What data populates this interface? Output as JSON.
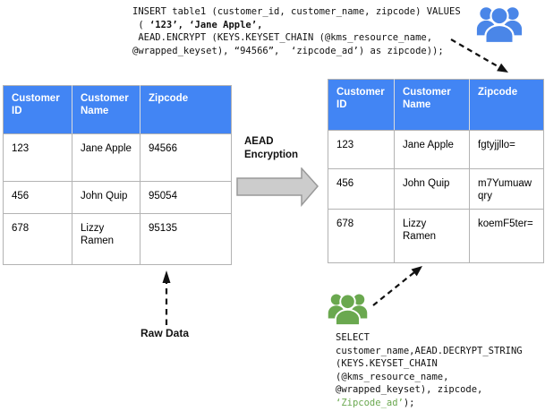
{
  "insert_code": {
    "line1": "INSERT table1 (customer_id, customer_name, zipcode) VALUES",
    "line2_pre": " ( ",
    "line2_bold": "‘123’, ‘Jane Apple’,",
    "line3": " AEAD.ENCRYPT (KEYS.KEYSET_CHAIN (@kms_resource_name,",
    "line4": "@wrapped_keyset), “94566”,  ‘zipcode_ad’) as zipcode));"
  },
  "select_code": {
    "line1": "SELECT",
    "line2": "customer_name,AEAD.DECRYPT_STRING",
    "line3": "(KEYS.KEYSET_CHAIN",
    "line4": "(@kms_resource_name,",
    "line5": "@wrapped_keyset), zipcode,",
    "line6_green": "‘Zipcode_ad’",
    "line6_end": ");"
  },
  "raw_table": {
    "headers": [
      "Customer ID",
      "Customer Name",
      "Zipcode"
    ],
    "rows": [
      [
        "123",
        "Jane Apple",
        "94566"
      ],
      [
        "456",
        "John Quip",
        "95054"
      ],
      [
        "678",
        "Lizzy Ramen",
        "95135"
      ]
    ]
  },
  "encrypted_table": {
    "headers": [
      "Customer ID",
      "Customer Name",
      "Zipcode"
    ],
    "rows": [
      [
        "123",
        "Jane Apple",
        "fgtyjjllo="
      ],
      [
        "456",
        "John Quip",
        "m7Yumuawqry"
      ],
      [
        "678",
        "Lizzy Ramen",
        "koemF5ter="
      ]
    ]
  },
  "labels": {
    "transform_line1": "AEAD",
    "transform_line2": "Encryption",
    "raw_data": "Raw Data"
  },
  "icons": {
    "top_right": "users-group-icon",
    "bottom_center": "users-group-icon"
  },
  "colors": {
    "header_blue": "#4285f4",
    "icon_blue": "#4a86e8",
    "icon_green": "#6aa84f",
    "code_highlight_green": "#6aa84f",
    "block_arrow_fill": "#cccccc",
    "block_arrow_stroke": "#999999",
    "table_border": "#b3b3b3"
  }
}
